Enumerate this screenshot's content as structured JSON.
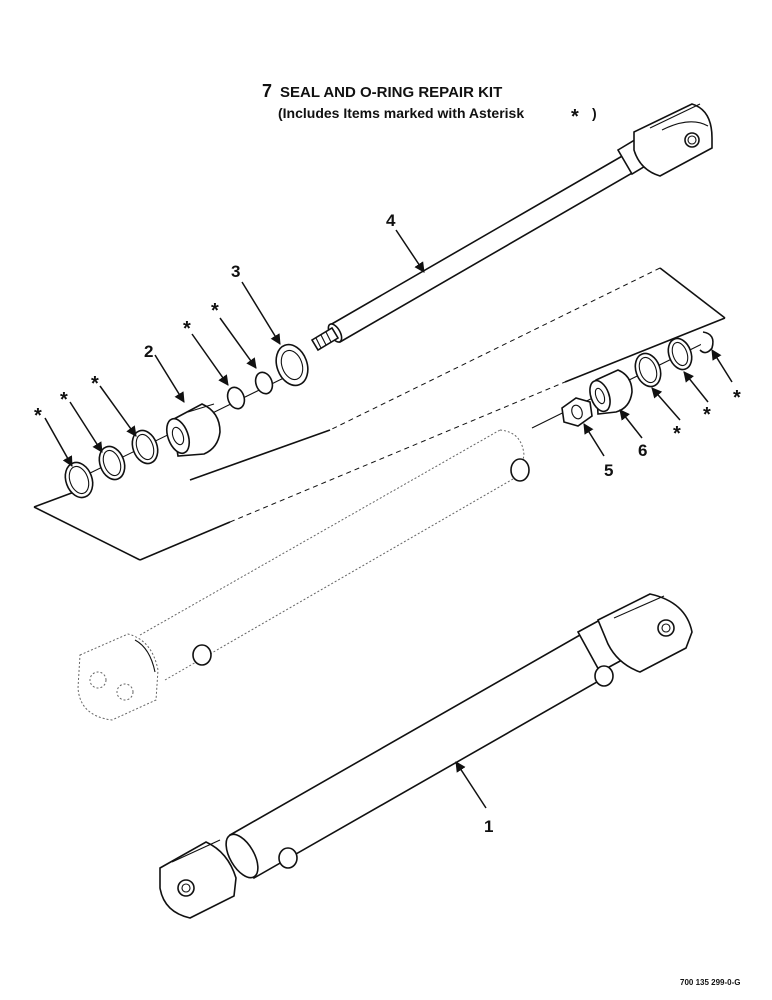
{
  "kit": {
    "number": "7",
    "title": "SEAL AND O-RING REPAIR KIT",
    "subtitle": "(Includes Items marked with Asterisk",
    "subtitle_star": "*",
    "subtitle_close": ")"
  },
  "callouts": {
    "c1": "1",
    "c2": "2",
    "c3": "3",
    "c4": "4",
    "c5": "5",
    "c6": "6"
  },
  "asterisk": "*",
  "drawing_code": "700 135 299-0-G",
  "colors": {
    "ink": "#111111",
    "paper": "#ffffff"
  }
}
